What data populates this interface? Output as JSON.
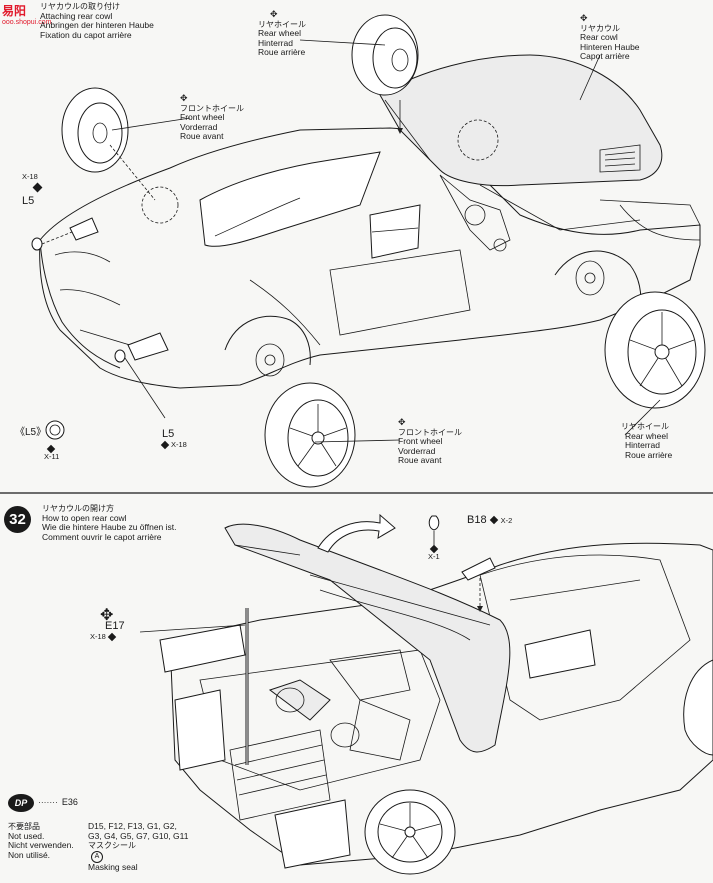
{
  "watermark": {
    "logo": "易阳",
    "url": "ooo.shopui.com"
  },
  "step31": {
    "title_jp": "リヤカウルの取り付け",
    "title_en": "Attaching rear cowl",
    "title_de": "Anbringen der hinteren Haube",
    "title_fr": "Fixation du capot arrière"
  },
  "labels": {
    "rear_wheel_top": {
      "jp": "リヤホイール",
      "en": "Rear wheel",
      "de": "Hinterrad",
      "fr": "Roue arrière"
    },
    "rear_cowl": {
      "jp": "リヤカウル",
      "en": "Rear cowl",
      "de": "Hinteren Haube",
      "fr": "Capot arrière"
    },
    "front_wheel_top": {
      "jp": "フロントホイール",
      "en": "Front wheel",
      "de": "Vorderrad",
      "fr": "Roue avant"
    },
    "front_wheel_bottom": {
      "jp": "フロントホイール",
      "en": "Front wheel",
      "de": "Vorderrad",
      "fr": "Roue avant"
    },
    "rear_wheel_bottom": {
      "jp": "リヤホイール",
      "en": "Rear wheel",
      "de": "Hinterrad",
      "fr": "Roue arrière"
    }
  },
  "parts": {
    "l5_left": {
      "name": "L5",
      "sub": "X-18"
    },
    "l5_bottom": {
      "name": "L5",
      "sub": "X-18"
    },
    "l5_callout": {
      "name": "L5",
      "sub": "X-11"
    }
  },
  "step32": {
    "number": "32",
    "title_jp": "リヤカウルの開け方",
    "title_en": "How to open rear cowl",
    "title_de": "Wie die hintere Haube zu öffnen ist.",
    "title_fr": "Comment ouvrir le capot arrière",
    "b18": {
      "name": "B18",
      "sub": "X-2",
      "sub2": "X-1"
    },
    "e17": {
      "name": "E17",
      "sub": "X-18"
    }
  },
  "footer": {
    "dp_badge": "DP",
    "dp_dots": "·······",
    "dp_ref": "E36",
    "unused_jp": "不要部品",
    "unused_en": "Not used.",
    "unused_de": "Nicht verwenden.",
    "unused_fr": "Non utilisé.",
    "unused_parts_line1": "D15, F12, F13, G1, G2,",
    "unused_parts_line2": "G3, G4, G5, G7, G10, G11",
    "mask_jp": "マスクシール",
    "mask_en": "Masking seal",
    "mask_symbol": "A"
  }
}
